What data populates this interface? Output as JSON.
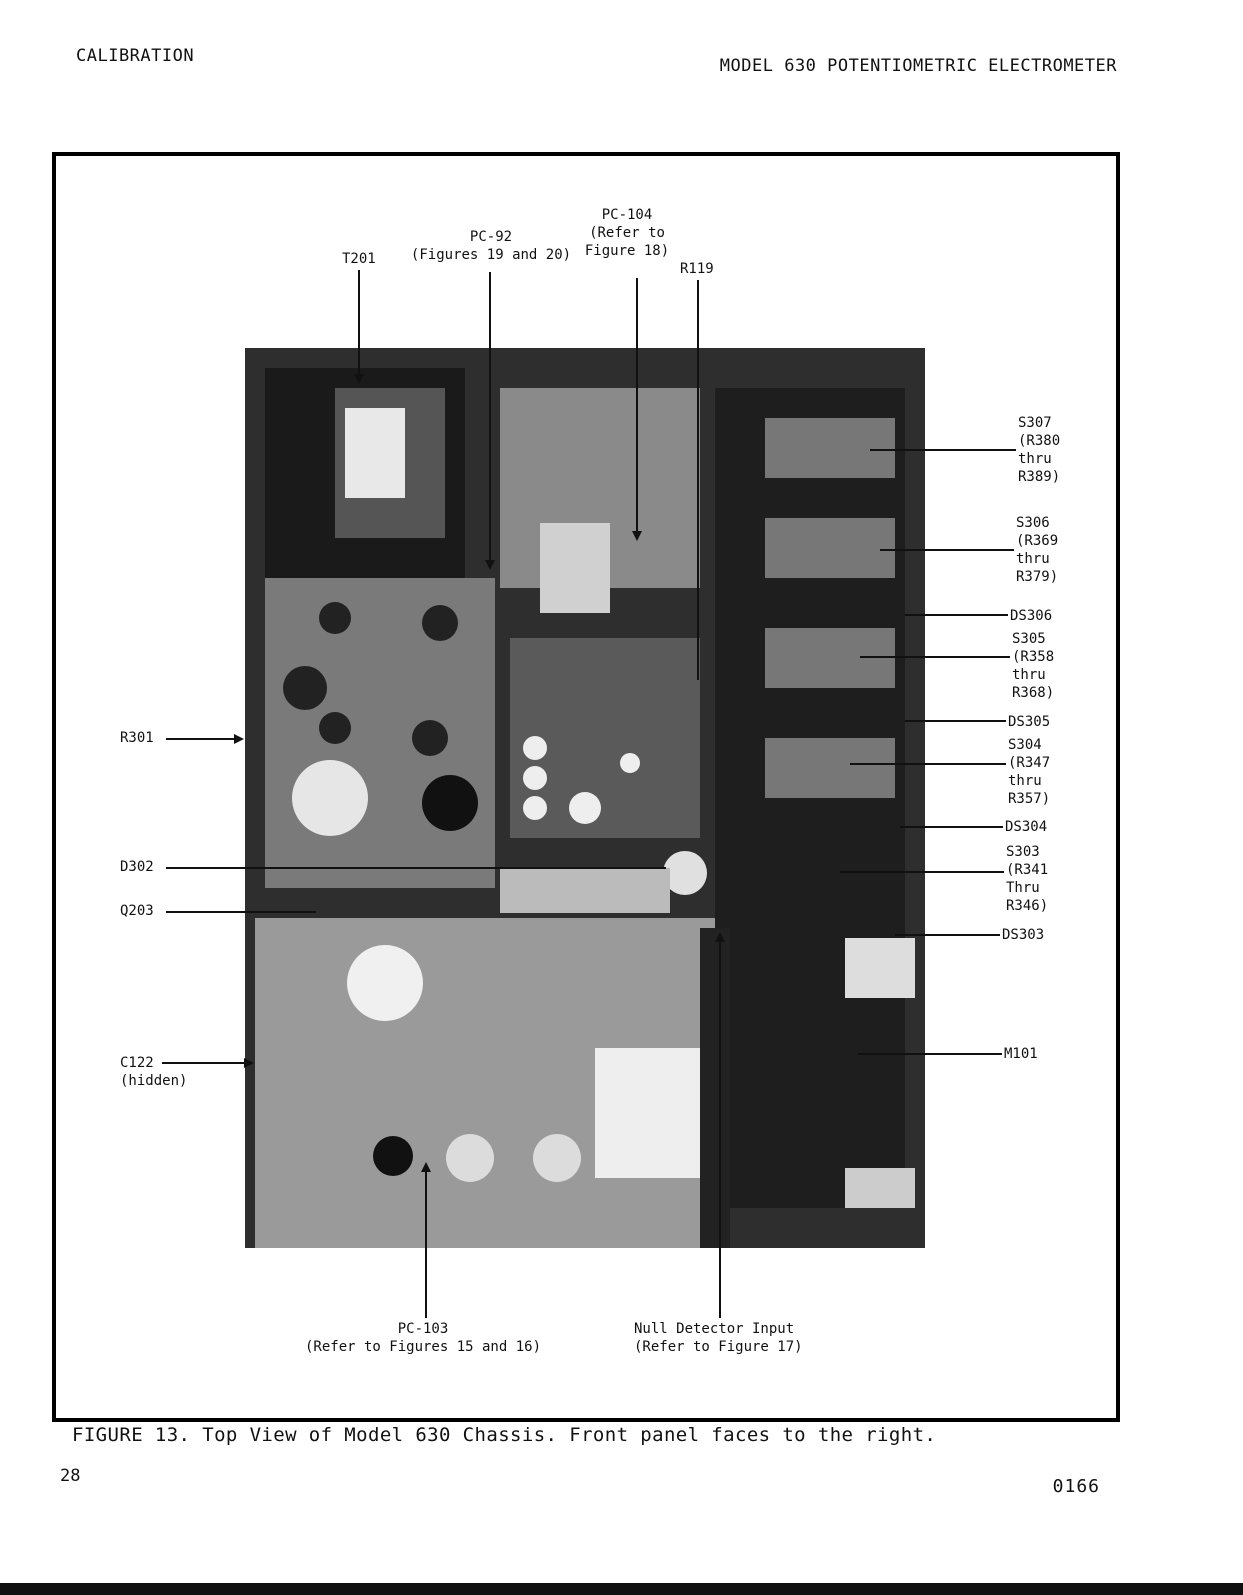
{
  "header": {
    "left": "CALIBRATION",
    "right": "MODEL 630 POTENTIOMETRIC ELECTROMETER"
  },
  "labels": {
    "t201": "T201",
    "pc92": [
      "PC-92",
      "(Figures 19 and 20)"
    ],
    "pc104": [
      "PC-104",
      "(Refer to",
      "Figure 18)"
    ],
    "r119": "R119",
    "s307": [
      "S307",
      "(R380",
      "thru",
      "R389)"
    ],
    "s306": [
      "S306",
      "(R369",
      "thru",
      "R379)"
    ],
    "ds306": "DS306",
    "s305": [
      "S305",
      "(R358",
      "thru",
      "R368)"
    ],
    "ds305": "DS305",
    "s304": [
      "S304",
      "(R347",
      "thru",
      "R357)"
    ],
    "ds304": "DS304",
    "s303": [
      "S303",
      "(R341",
      "Thru",
      "R346)"
    ],
    "ds303": "DS303",
    "m101": "M101",
    "r301": "R301",
    "d302": "D302",
    "q203": "Q203",
    "c122": [
      "C122",
      "(hidden)"
    ],
    "pc103": [
      "PC-103",
      "(Refer to Figures 15 and 16)"
    ],
    "null_detector": [
      "Null Detector Input",
      "(Refer to Figure 17)"
    ]
  },
  "caption": "FIGURE 13.  Top View of Model 630 Chassis.  Front panel faces to the right.",
  "page_number": "28",
  "doc_number": "0166"
}
